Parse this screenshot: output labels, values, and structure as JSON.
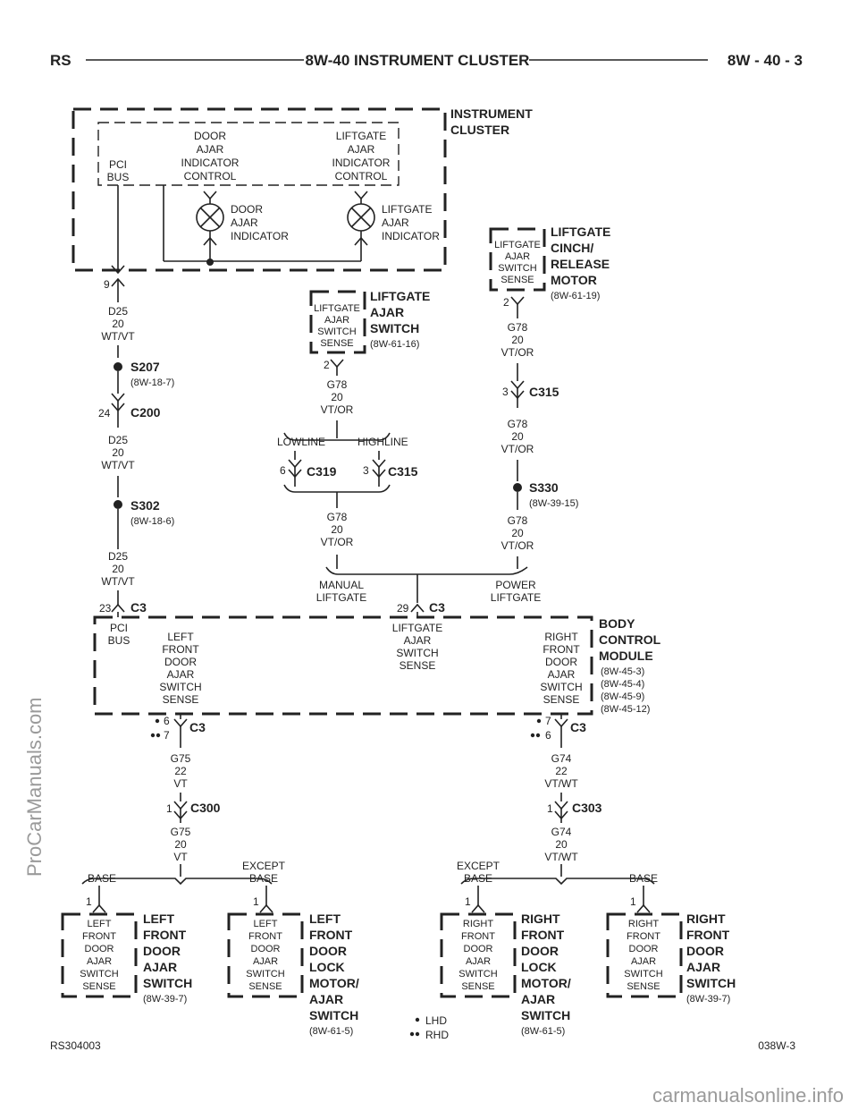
{
  "header": {
    "left": "RS",
    "title": "8W-40 INSTRUMENT CLUSTER",
    "right": "8W - 40 - 3"
  },
  "footer": {
    "left": "RS304003",
    "right": "038W-3"
  },
  "watermarks": {
    "side": "ProCarManuals.com",
    "bottom": "carmanualsonline.info"
  },
  "cluster": {
    "title1": "INSTRUMENT",
    "title2": "CLUSTER",
    "pci": [
      "PCI",
      "BUS"
    ],
    "door_ctrl": [
      "DOOR",
      "AJAR",
      "INDICATOR",
      "CONTROL"
    ],
    "lift_ctrl": [
      "LIFTGATE",
      "AJAR",
      "INDICATOR",
      "CONTROL"
    ],
    "door_ind": [
      "DOOR",
      "AJAR",
      "INDICATOR"
    ],
    "lift_ind": [
      "LIFTGATE",
      "AJAR",
      "INDICATOR"
    ],
    "pin": "9"
  },
  "left_wire": {
    "w1": [
      "D25",
      "20",
      "WT/VT"
    ],
    "s207": "S207",
    "s207_ref": "(8W-18-7)",
    "c200_pin": "24",
    "c200": "C200",
    "w2": [
      "D25",
      "20",
      "WT/VT"
    ],
    "s302": "S302",
    "s302_ref": "(8W-18-6)",
    "w3": [
      "D25",
      "20",
      "WT/VT"
    ],
    "c3_pin": "23",
    "c3": "C3"
  },
  "ajar_switch": {
    "inner": [
      "LIFTGATE",
      "AJAR",
      "SWITCH",
      "SENSE"
    ],
    "title": [
      "LIFTGATE",
      "AJAR",
      "SWITCH"
    ],
    "ref": "(8W-61-16)",
    "pin": "2",
    "wire": [
      "G78",
      "20",
      "VT/OR"
    ],
    "lowline": "LOWLINE",
    "highline": "HIGHLINE",
    "c319_pin": "6",
    "c319": "C319",
    "c315_pin": "3",
    "c315": "C315",
    "wire2": [
      "G78",
      "20",
      "VT/OR"
    ]
  },
  "cinch_motor": {
    "inner": [
      "LIFTGATE",
      "AJAR",
      "SWITCH",
      "SENSE"
    ],
    "title": [
      "LIFTGATE",
      "CINCH/",
      "RELEASE",
      "MOTOR"
    ],
    "ref": "(8W-61-19)",
    "pin": "2",
    "wire": [
      "G78",
      "20",
      "VT/OR"
    ],
    "c315_pin": "3",
    "c315": "C315",
    "wire2": [
      "G78",
      "20",
      "VT/OR"
    ],
    "s330": "S330",
    "s330_ref": "(8W-39-15)",
    "wire3": [
      "G78",
      "20",
      "VT/OR"
    ]
  },
  "junction": {
    "manual": [
      "MANUAL",
      "LIFTGATE"
    ],
    "power": [
      "POWER",
      "LIFTGATE"
    ],
    "pin": "29",
    "conn": "C3"
  },
  "bcm": {
    "title": [
      "BODY",
      "CONTROL",
      "MODULE"
    ],
    "refs": [
      "(8W-45-3)",
      "(8W-45-4)",
      "(8W-45-9)",
      "(8W-45-12)"
    ],
    "pci": [
      "PCI",
      "BUS"
    ],
    "left_sense": [
      "LEFT",
      "FRONT",
      "DOOR",
      "AJAR",
      "SWITCH",
      "SENSE"
    ],
    "lift_sense": [
      "LIFTGATE",
      "AJAR",
      "SWITCH",
      "SENSE"
    ],
    "right_sense": [
      "RIGHT",
      "FRONT",
      "DOOR",
      "AJAR",
      "SWITCH",
      "SENSE"
    ]
  },
  "left_branch": {
    "pin_lhd": "6",
    "pin_rhd": "7",
    "conn": "C3",
    "wire1": [
      "G75",
      "22",
      "VT"
    ],
    "c300_pin": "1",
    "c300": "C300",
    "wire2": [
      "G75",
      "20",
      "VT"
    ],
    "base": "BASE",
    "except": [
      "EXCEPT",
      "BASE"
    ]
  },
  "right_branch": {
    "pin_lhd": "7",
    "pin_rhd": "6",
    "conn": "C3",
    "wire1": [
      "G74",
      "22",
      "VT/WT"
    ],
    "c303_pin": "1",
    "c303": "C303",
    "wire2": [
      "G74",
      "20",
      "VT/WT"
    ],
    "except": [
      "EXCEPT",
      "BASE"
    ],
    "base": "BASE"
  },
  "bottom": {
    "lfd_switch": {
      "pin": "1",
      "inner": [
        "LEFT",
        "FRONT",
        "DOOR",
        "AJAR",
        "SWITCH",
        "SENSE"
      ],
      "title": [
        "LEFT",
        "FRONT",
        "DOOR",
        "AJAR",
        "SWITCH"
      ],
      "ref": "(8W-39-7)"
    },
    "lfd_lock": {
      "pin": "1",
      "inner": [
        "LEFT",
        "FRONT",
        "DOOR",
        "AJAR",
        "SWITCH",
        "SENSE"
      ],
      "title": [
        "LEFT",
        "FRONT",
        "DOOR",
        "LOCK",
        "MOTOR/",
        "AJAR",
        "SWITCH"
      ],
      "ref": "(8W-61-5)"
    },
    "rfd_lock": {
      "pin": "1",
      "inner": [
        "RIGHT",
        "FRONT",
        "DOOR",
        "AJAR",
        "SWITCH",
        "SENSE"
      ],
      "title": [
        "RIGHT",
        "FRONT",
        "DOOR",
        "LOCK",
        "MOTOR/",
        "AJAR",
        "SWITCH"
      ],
      "ref": "(8W-61-5)"
    },
    "rfd_switch": {
      "pin": "1",
      "inner": [
        "RIGHT",
        "FRONT",
        "DOOR",
        "AJAR",
        "SWITCH",
        "SENSE"
      ],
      "title": [
        "RIGHT",
        "FRONT",
        "DOOR",
        "AJAR",
        "SWITCH"
      ],
      "ref": "(8W-39-7)"
    }
  },
  "legend": {
    "lhd": "LHD",
    "rhd": "RHD"
  }
}
